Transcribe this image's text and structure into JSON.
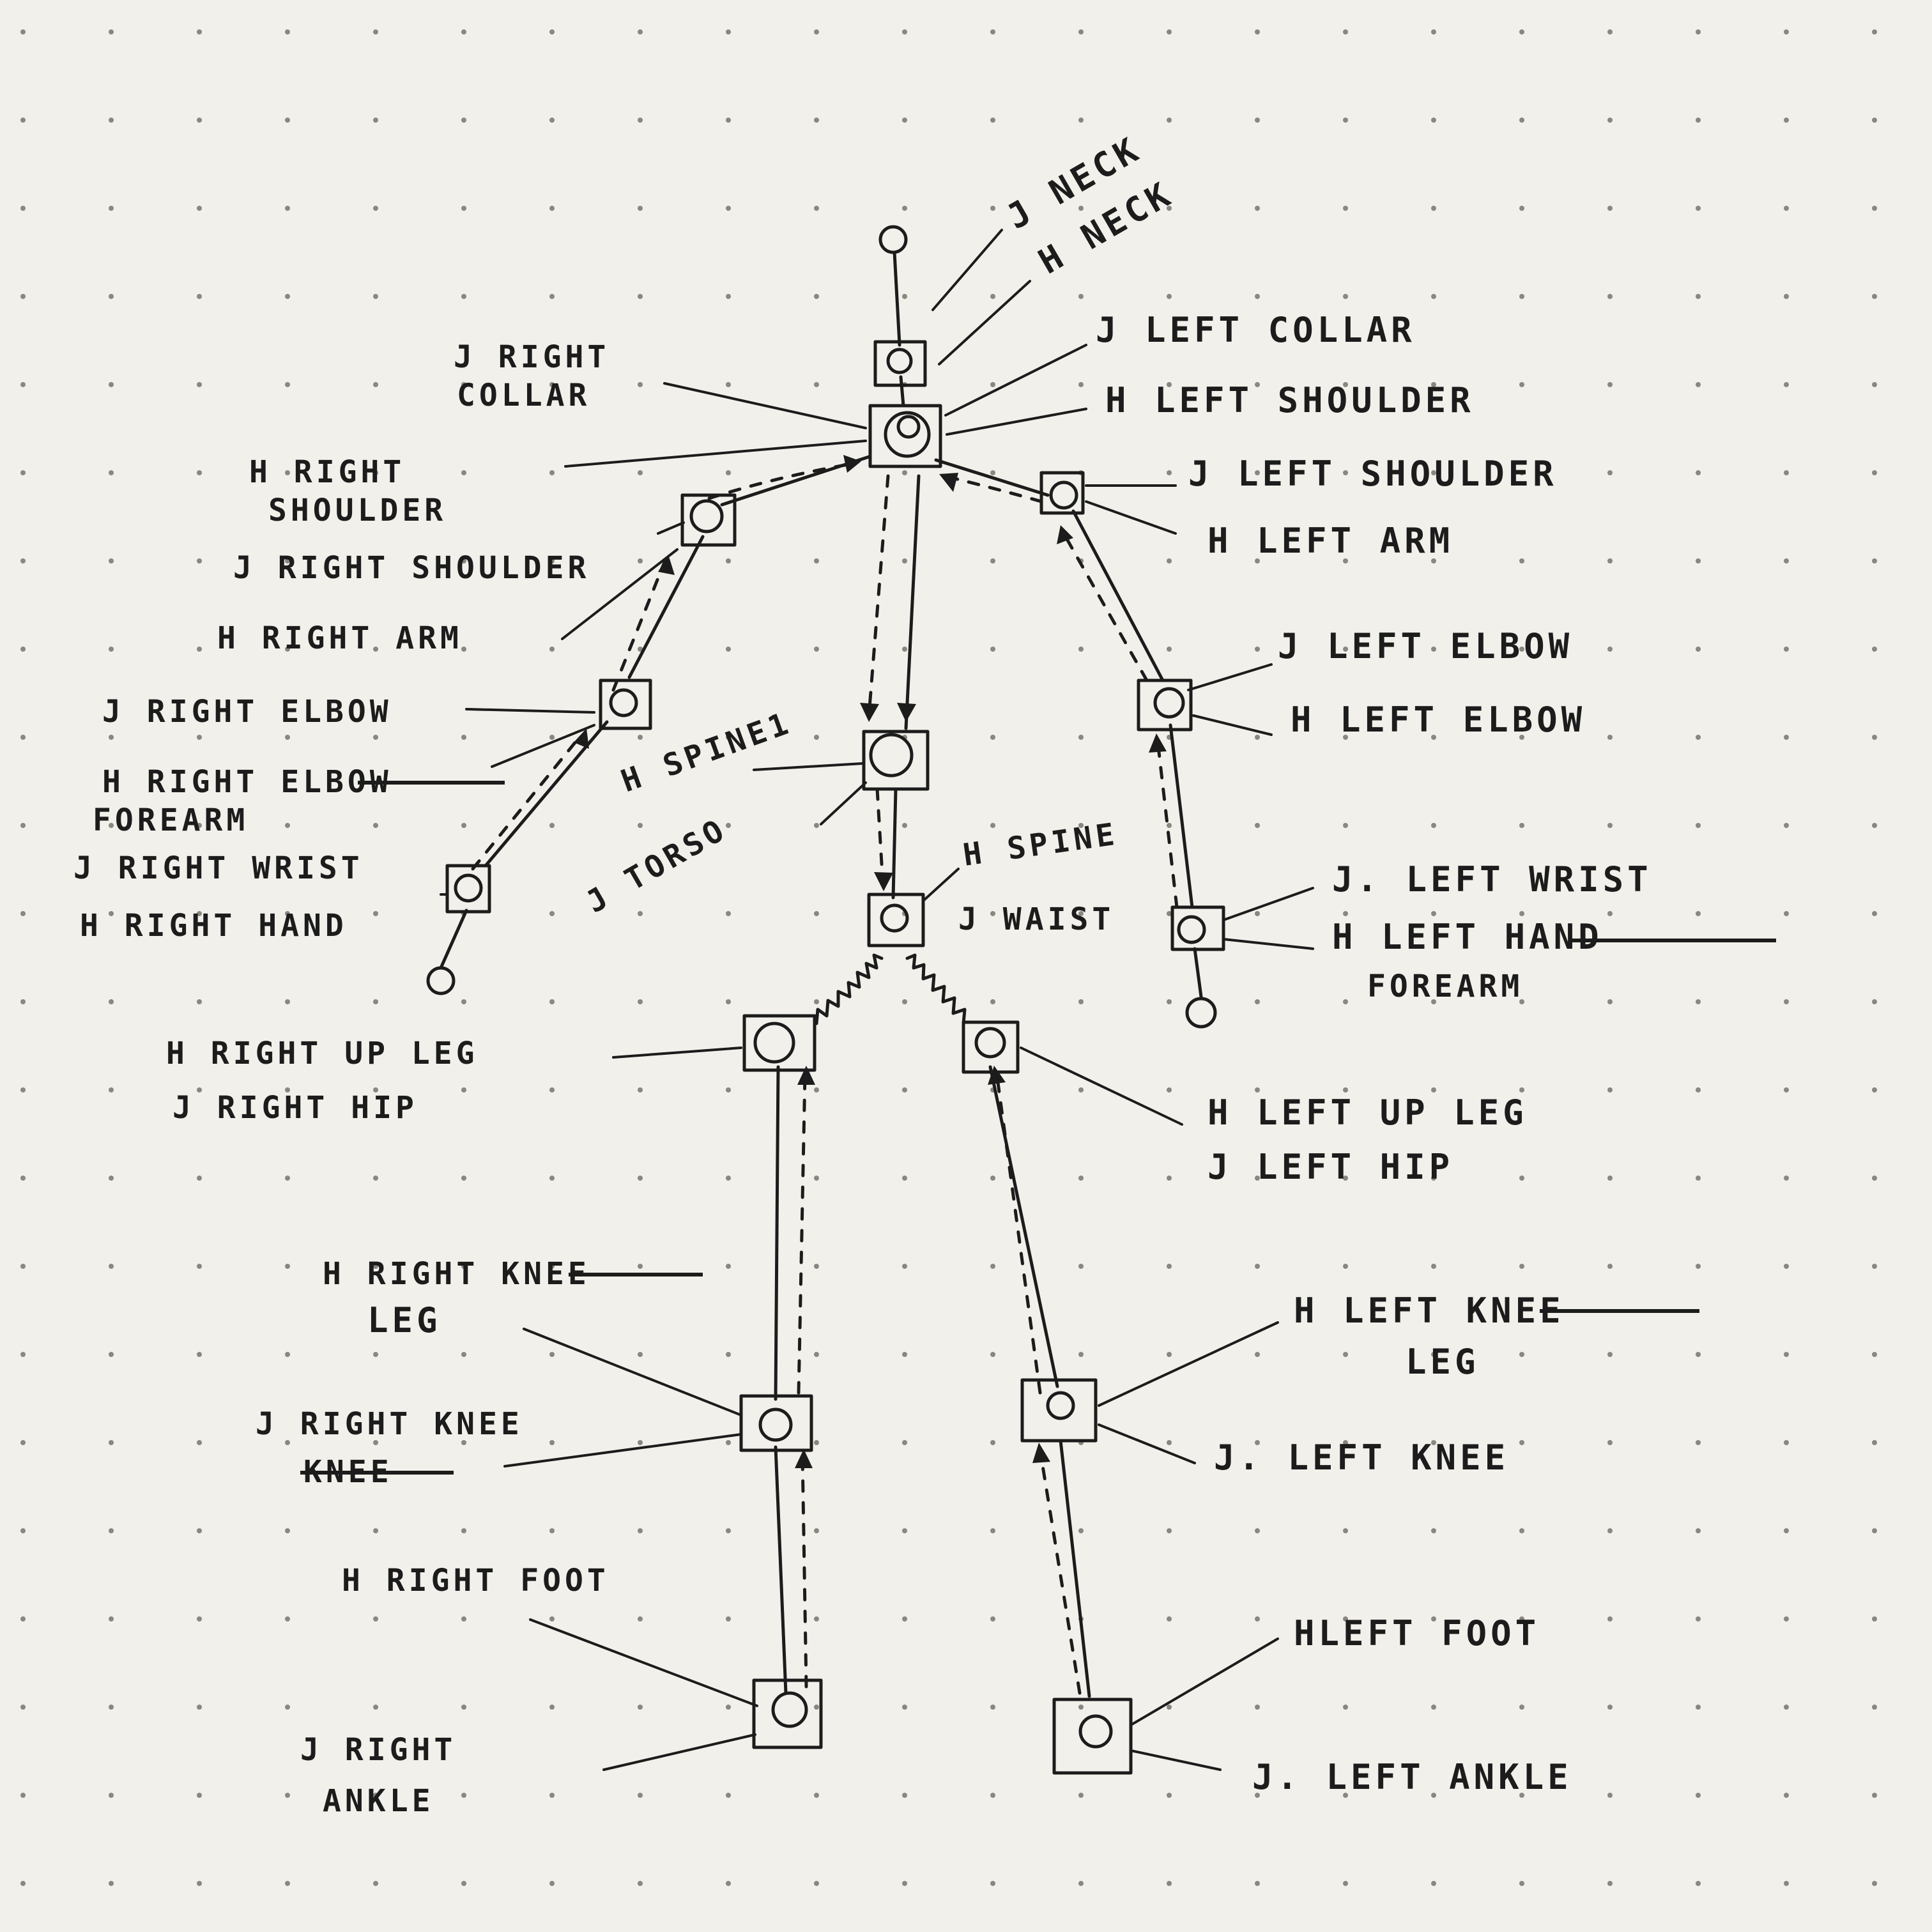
{
  "labels": {
    "j_neck": "J NECK",
    "h_neck": "H NECK",
    "j_left_collar": "J LEFT COLLAR",
    "h_left_shoulder": "H LEFT SHOULDER",
    "j_left_shoulder": "J LEFT SHOULDER",
    "h_left_arm": "H LEFT ARM",
    "j_left_elbow": "J LEFT ELBOW",
    "h_left_elbow": "H LEFT ELBOW",
    "j_left_wrist": "J. LEFT WRIST",
    "h_left_forearm_line1": "H LEFT HAND",
    "h_left_forearm_line2": "FOREARM",
    "h_left_up_leg": "H LEFT UP LEG",
    "j_left_hip": "J LEFT HIP",
    "h_left_leg_line1": "H LEFT KNEE",
    "h_left_leg_line2": "LEG",
    "j_left_knee": "J. LEFT KNEE",
    "h_left_foot": "HLEFT FOOT",
    "j_left_ankle": "J. LEFT ANKLE",
    "j_right_collar_line1": "J RIGHT",
    "j_right_collar_line2": "COLLAR",
    "h_right_shoulder_line1": "H RIGHT",
    "h_right_shoulder_line2": "SHOULDER",
    "j_right_shoulder": "J RIGHT SHOULDER",
    "h_right_arm": "H RIGHT ARM",
    "j_right_elbow": "J RIGHT ELBOW",
    "h_right_forearm_line1": "H RIGHT ELBOW",
    "h_right_forearm_line2": "FOREARM",
    "j_right_wrist": "J RIGHT WRIST",
    "h_right_hand": "H RIGHT HAND",
    "h_spine1": "H SPINE1",
    "j_torso": "J TORSO",
    "h_spine": "H SPINE",
    "j_waist": "J WAIST",
    "h_right_up_leg": "H RIGHT UP LEG",
    "j_right_hip": "J RIGHT HIP",
    "h_right_leg_line1": "H RIGHT KNEE",
    "h_right_leg_line2": "LEG",
    "j_right_knee_line1": "J RIGHT KNEE",
    "j_right_knee_line2": "KNEE",
    "h_right_foot": "H RIGHT FOOT",
    "j_right_ankle_line1": "J RIGHT",
    "j_right_ankle_line2": "ANKLE"
  }
}
